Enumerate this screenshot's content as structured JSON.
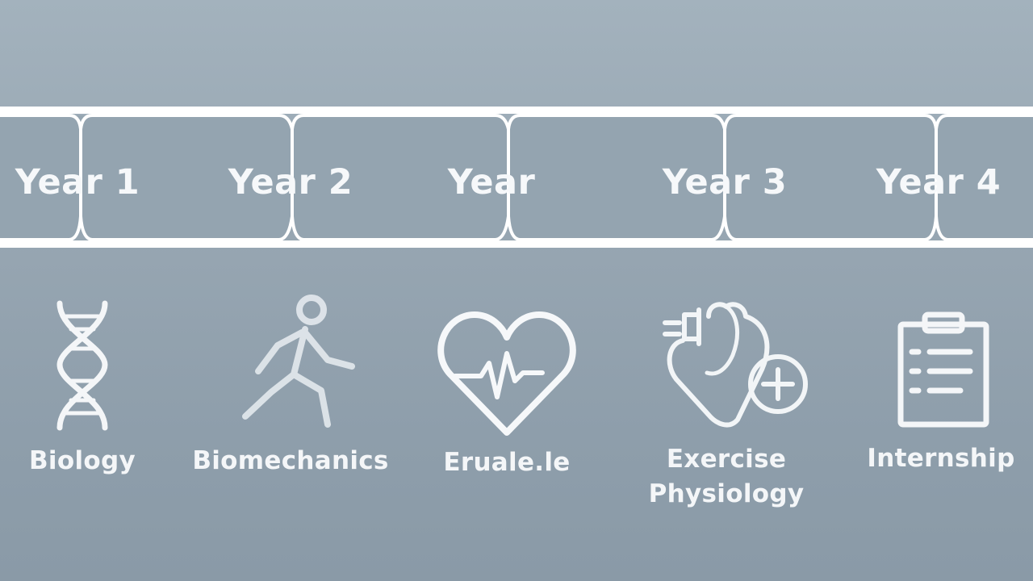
{
  "years": [
    {
      "label": "Year 1"
    },
    {
      "label": "Year 2"
    },
    {
      "label": "Year"
    },
    {
      "label": "Year 3"
    },
    {
      "label": "Year 4"
    }
  ],
  "subjects": [
    {
      "label": "Biology",
      "icon": "dna-icon"
    },
    {
      "label": "Biomechanics",
      "icon": "running-person-icon"
    },
    {
      "label": "Eruale.le",
      "icon": "heart-pulse-icon"
    },
    {
      "label": "Exercise Physiology",
      "icon": "heart-plus-icon"
    },
    {
      "label": "Internship",
      "icon": "clipboard-checklist-icon"
    }
  ],
  "colors": {
    "background": "#97a6b2",
    "band": "#96a6b2",
    "line": "#ffffff",
    "text": "#f6f8fa"
  }
}
